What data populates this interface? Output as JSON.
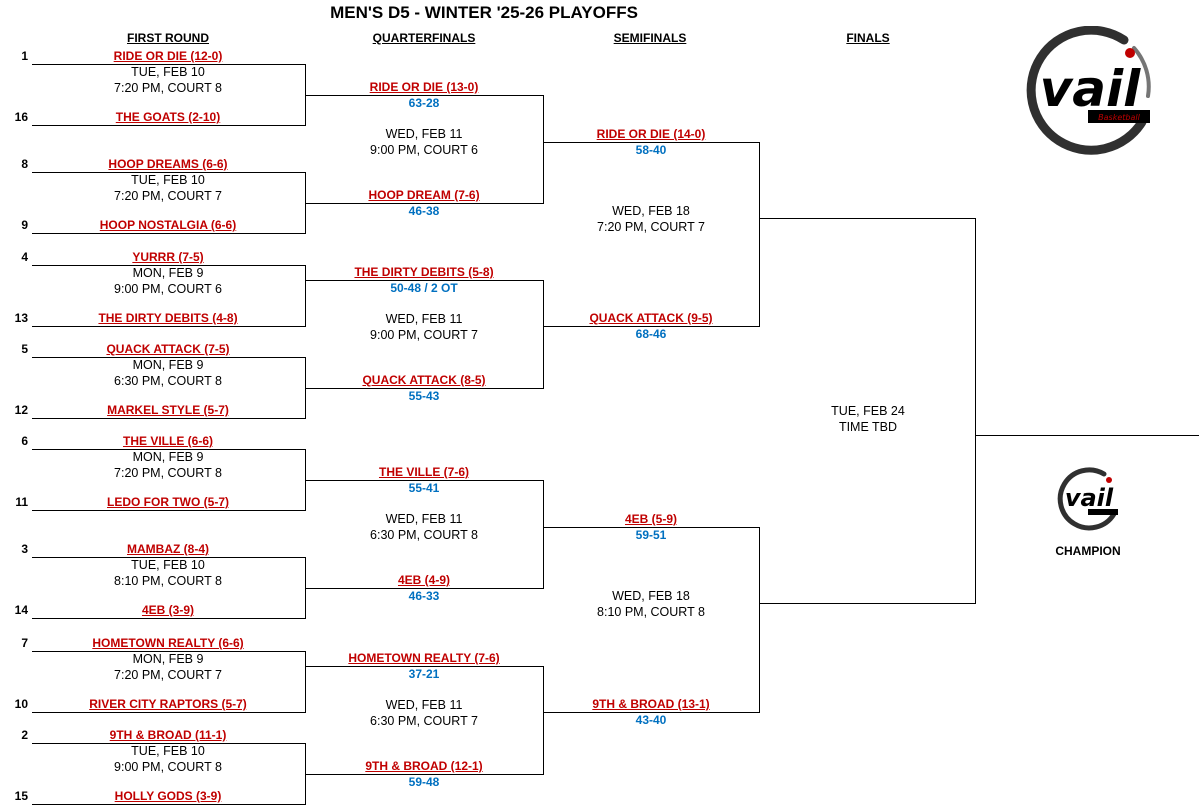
{
  "title": "MEN'S D5 - WINTER '25-26 PLAYOFFS",
  "round_headers": [
    "FIRST ROUND",
    "QUARTERFINALS",
    "SEMIFINALS",
    "FINALS"
  ],
  "first_round": [
    {
      "top": {
        "seed": "1",
        "team": "RIDE OR DIE (12-0)"
      },
      "bottom": {
        "seed": "16",
        "team": "THE GOATS (2-10)"
      },
      "date": "TUE, FEB 10",
      "time": "7:20 PM, COURT 8"
    },
    {
      "top": {
        "seed": "8",
        "team": "HOOP DREAMS (6-6)"
      },
      "bottom": {
        "seed": "9",
        "team": "HOOP NOSTALGIA (6-6)"
      },
      "date": "TUE, FEB 10",
      "time": "7:20 PM, COURT 7"
    },
    {
      "top": {
        "seed": "4",
        "team": "YURRR (7-5)"
      },
      "bottom": {
        "seed": "13",
        "team": "THE DIRTY DEBITS (4-8)"
      },
      "date": "MON, FEB 9",
      "time": "9:00 PM, COURT 6"
    },
    {
      "top": {
        "seed": "5",
        "team": "QUACK ATTACK (7-5)"
      },
      "bottom": {
        "seed": "12",
        "team": "MARKEL STYLE (5-7)"
      },
      "date": "MON, FEB 9",
      "time": "6:30 PM, COURT 8"
    },
    {
      "top": {
        "seed": "6",
        "team": "THE VILLE (6-6)"
      },
      "bottom": {
        "seed": "11",
        "team": "LEDO FOR TWO (5-7)"
      },
      "date": "MON, FEB 9",
      "time": "7:20 PM, COURT 8"
    },
    {
      "top": {
        "seed": "3",
        "team": "MAMBAZ (8-4)"
      },
      "bottom": {
        "seed": "14",
        "team": "4EB (3-9)"
      },
      "date": "TUE, FEB 10",
      "time": "8:10 PM, COURT 8"
    },
    {
      "top": {
        "seed": "7",
        "team": "HOMETOWN REALTY (6-6)"
      },
      "bottom": {
        "seed": "10",
        "team": "RIVER CITY RAPTORS (5-7)"
      },
      "date": "MON, FEB 9",
      "time": "7:20 PM, COURT 7"
    },
    {
      "top": {
        "seed": "2",
        "team": "9TH & BROAD (11-1)"
      },
      "bottom": {
        "seed": "15",
        "team": "HOLLY GODS (3-9)"
      },
      "date": "TUE, FEB 10",
      "time": "9:00 PM, COURT 8"
    }
  ],
  "quarterfinals": {
    "teams": [
      {
        "team": "RIDE OR DIE (13-0)",
        "score": "63-28"
      },
      {
        "team": "HOOP DREAM (7-6)",
        "score": "46-38"
      },
      {
        "team": "THE DIRTY DEBITS (5-8)",
        "score": "50-48 / 2 OT"
      },
      {
        "team": "QUACK ATTACK (8-5)",
        "score": "55-43"
      },
      {
        "team": "THE VILLE (7-6)",
        "score": "55-41"
      },
      {
        "team": "4EB (4-9)",
        "score": "46-33"
      },
      {
        "team": "HOMETOWN REALTY (7-6)",
        "score": "37-21"
      },
      {
        "team": "9TH & BROAD (12-1)",
        "score": "59-48"
      }
    ],
    "games": [
      {
        "date": "WED, FEB 11",
        "time": "9:00 PM, COURT 6"
      },
      {
        "date": "WED, FEB 11",
        "time": "9:00 PM, COURT 7"
      },
      {
        "date": "WED, FEB 11",
        "time": "6:30 PM, COURT 8"
      },
      {
        "date": "WED, FEB 11",
        "time": "6:30 PM, COURT 7"
      }
    ]
  },
  "semifinals": {
    "teams": [
      {
        "team": "RIDE OR DIE (14-0)",
        "score": "58-40"
      },
      {
        "team": "QUACK ATTACK (9-5)",
        "score": "68-46"
      },
      {
        "team": "4EB (5-9)",
        "score": "59-51"
      },
      {
        "team": "9TH & BROAD (13-1)",
        "score": "43-40"
      }
    ],
    "games": [
      {
        "date": "WED, FEB 18",
        "time": "7:20 PM, COURT 7"
      },
      {
        "date": "WED, FEB 18",
        "time": "8:10 PM, COURT 8"
      }
    ]
  },
  "finals": {
    "date": "TUE, FEB 24",
    "time": "TIME TBD"
  },
  "champion_label": "CHAMPION",
  "logo": {
    "wordmark": "vail",
    "subtext": "Basketball",
    "colors": {
      "ink": "#000000",
      "accent": "#c00000",
      "ring": "#1a1a1a"
    }
  },
  "colors": {
    "team": "#c00000",
    "score": "#0070c0",
    "line": "#000000"
  }
}
